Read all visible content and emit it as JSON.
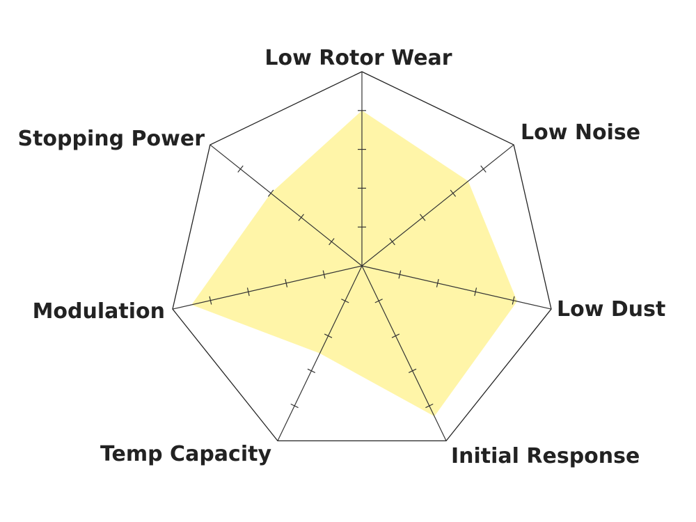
{
  "chart_data": {
    "type": "radar",
    "title": "",
    "axes": [
      "Low Rotor Wear",
      "Low Noise",
      "Low Dust",
      "Initial Response",
      "Temp Capacity",
      "Modulation",
      "Stopping Power"
    ],
    "range": [
      0,
      5
    ],
    "tick_step": 1,
    "series": [
      {
        "name": "",
        "values": [
          4,
          3.5,
          4.1,
          4.3,
          2.5,
          4.5,
          3
        ],
        "color": "#fff5a8"
      }
    ],
    "grid": true
  }
}
